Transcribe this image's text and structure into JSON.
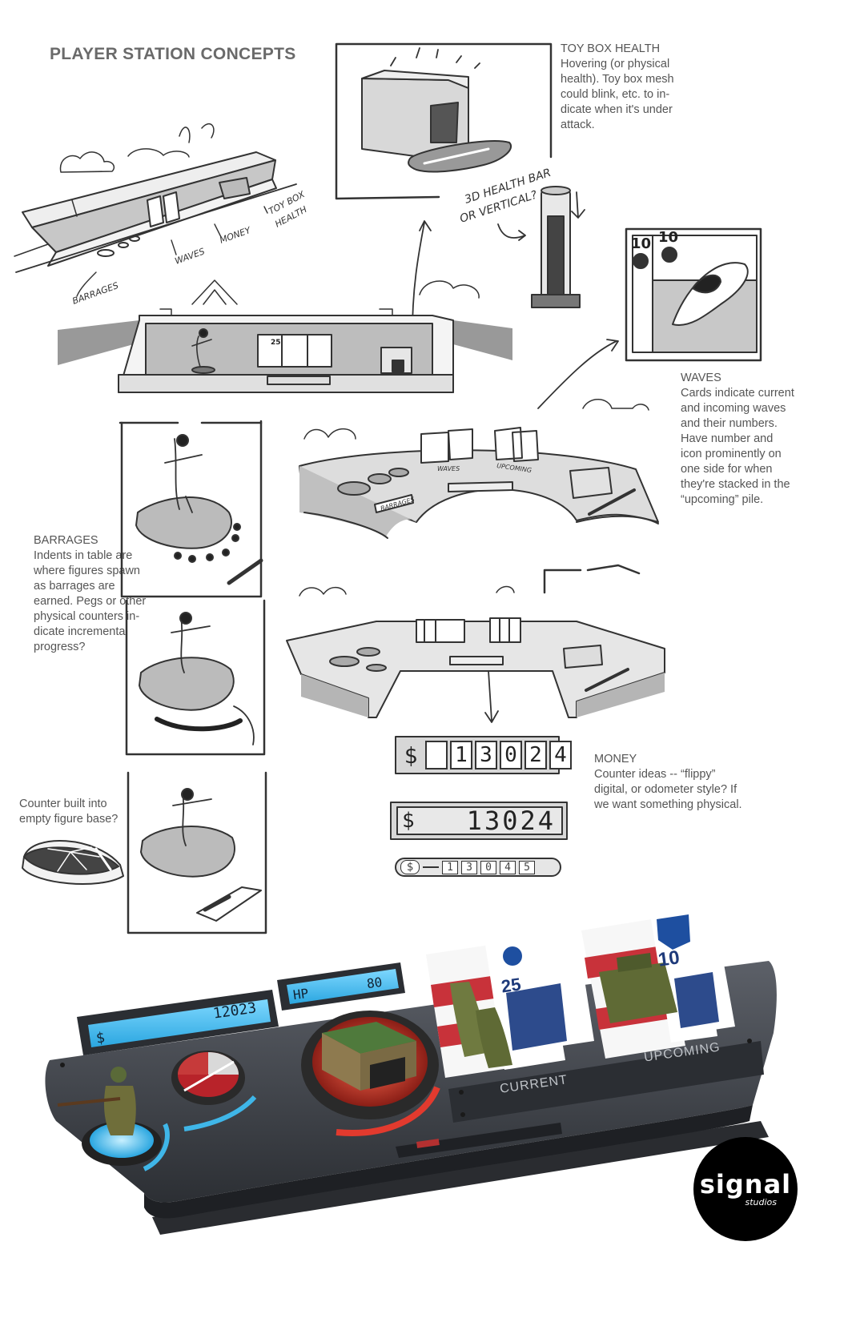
{
  "page": {
    "title": "PLAYER STATION CONCEPTS"
  },
  "notes": {
    "toy_box": {
      "heading": "TOY BOX HEALTH",
      "lines": [
        "Hovering (or physical",
        "health). Toy box mesh",
        "could blink, etc. to in-",
        "dicate when it's under",
        "attack."
      ]
    },
    "waves": {
      "heading": "WAVES",
      "lines": [
        "Cards indicate current",
        "and incoming waves",
        "and their numbers.",
        "Have number and",
        "icon prominently on",
        "one side for when",
        "they're stacked in the",
        "“upcoming” pile."
      ]
    },
    "barrages": {
      "heading": "BARRAGES",
      "lines": [
        "Indents in table are",
        "where figures spawn",
        "as barrages are",
        "earned. Pegs or other",
        "physical counters in-",
        "dicate incremental",
        "progress?"
      ]
    },
    "counter_base": {
      "lines": [
        "Counter built into",
        "empty figure base?"
      ]
    },
    "money": {
      "heading": "MONEY",
      "lines": [
        "Counter ideas -- “flippy”",
        "digital, or odometer style? If",
        "we want something physical."
      ]
    }
  },
  "sketch_labels": {
    "barrages": "BARRAGES",
    "waves": "WAVES",
    "money": "MONEY",
    "toy_box_health_1": "TOY BOX",
    "toy_box_health_2": "HEALTH",
    "health_bar_1": "3D HEALTH BAR",
    "health_bar_2": "OR VERTICAL?",
    "desk_barrages": "BARRAGES",
    "desk_waves": "WAVES",
    "desk_upcoming": "UPCOMING",
    "card_value": "10",
    "card_25": "25"
  },
  "counters": {
    "flippy": {
      "symbol": "$",
      "digits": [
        "",
        "1",
        "3",
        "0",
        "2",
        "4"
      ]
    },
    "digital": {
      "symbol": "$",
      "value": "13024"
    },
    "odometer": {
      "symbol": "$",
      "digits": [
        "",
        "1",
        "3",
        "0",
        "4",
        "5"
      ]
    }
  },
  "render": {
    "money_display": "12023",
    "money_symbol": "$",
    "hp_label": "HP",
    "hp_value": "80",
    "card_current_value": "25",
    "card_upcoming_value": "10",
    "current_label": "CURRENT",
    "upcoming_label": "UPCOMING"
  },
  "logo": {
    "name": "signal",
    "sub": "studios"
  },
  "colors": {
    "accent_blue": "#3fb6e8",
    "accent_red": "#e23a2e",
    "panel_dark": "#3a3d42",
    "sketch_gray": "#8f8f8f"
  }
}
